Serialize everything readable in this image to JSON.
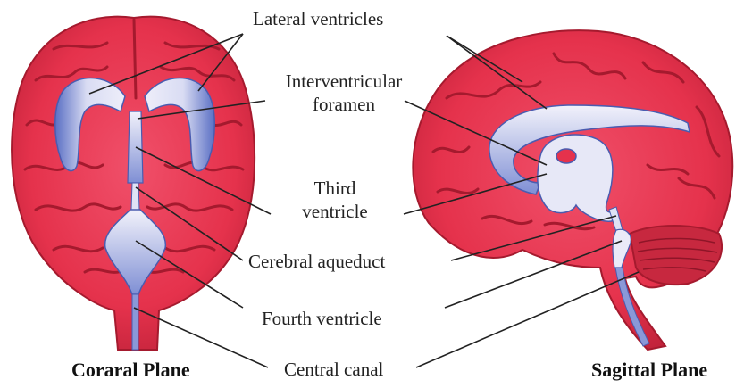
{
  "labels": {
    "lateral": "Lateral ventricles",
    "interventricular_1": "Interventricular",
    "interventricular_2": "foramen",
    "third_1": "Third",
    "third_2": "ventricle",
    "aqueduct": "Cerebral aqueduct",
    "fourth": "Fourth ventricle",
    "central": "Central canal"
  },
  "captions": {
    "coronal": "Corаral Plane",
    "sagittal": "Sagittal Plane"
  },
  "colors": {
    "brain": "#e5324c",
    "brain_dark": "#b81d35",
    "sulci": "#a51a2e",
    "ventricle_light": "#e4e4f5",
    "ventricle_blue": "#5a6fc4",
    "line": "#222222"
  }
}
